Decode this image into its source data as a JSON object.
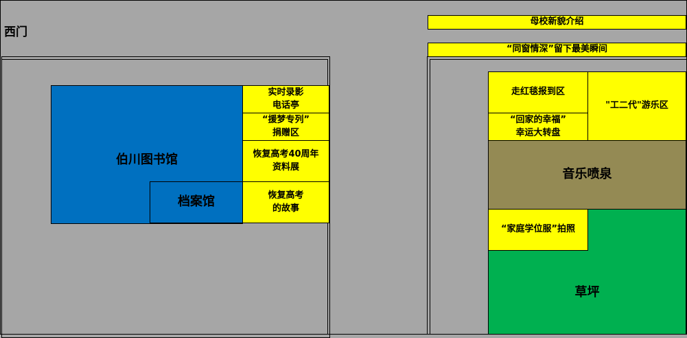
{
  "gate_label": "西门",
  "banners": {
    "alma_mater_intro": "母校新貌介绍",
    "classmate_moment": "“同窗情深”留下最美瞬间"
  },
  "left_zone": {
    "library": "伯川图书馆",
    "archive": "档案馆",
    "booths": [
      "实时录影\n电话亭",
      "“援梦专列”\n捐赠区",
      "恢复高考40周年\n资料展",
      "恢复高考\n的故事"
    ]
  },
  "right_zone": {
    "red_carpet": "走红毯报到区",
    "second_gen": "\"工二代\"游乐区",
    "lucky_wheel": "“回家的幸福”\n幸运大转盘",
    "fountain": "音乐喷泉",
    "family_gown": "“家庭学位服”拍照",
    "lawn": "草坪"
  },
  "colors": {
    "background": "#a6a6a6",
    "yellow": "#ffff00",
    "blue": "#0070c0",
    "olive": "#948a54",
    "green": "#00b050"
  }
}
